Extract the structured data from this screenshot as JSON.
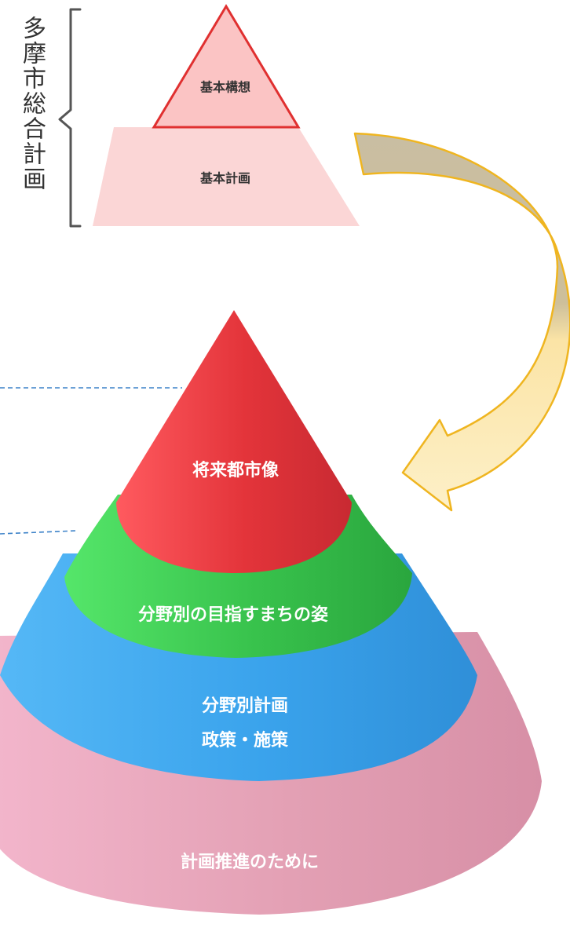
{
  "side_title": "多摩市総合計画",
  "small_pyramid": {
    "top": "基本構想",
    "bottom": "基本計画"
  },
  "cone": {
    "tier1": "将来都市像",
    "tier2": "分野別の目指すまちの姿",
    "tier3_line1": "分野別計画",
    "tier3_line2": "政策・施策",
    "tier4": "計画推進のために"
  },
  "colors": {
    "red": "#e4343c",
    "green": "#3cc34a",
    "blue": "#3ea6ee",
    "pink": "#e6a1b8",
    "arrow_outline": "#f0b400",
    "arrow_fill_light": "#fdebb8",
    "arrow_fill_dark": "#cbbf9c",
    "dash": "#3c82c8"
  }
}
